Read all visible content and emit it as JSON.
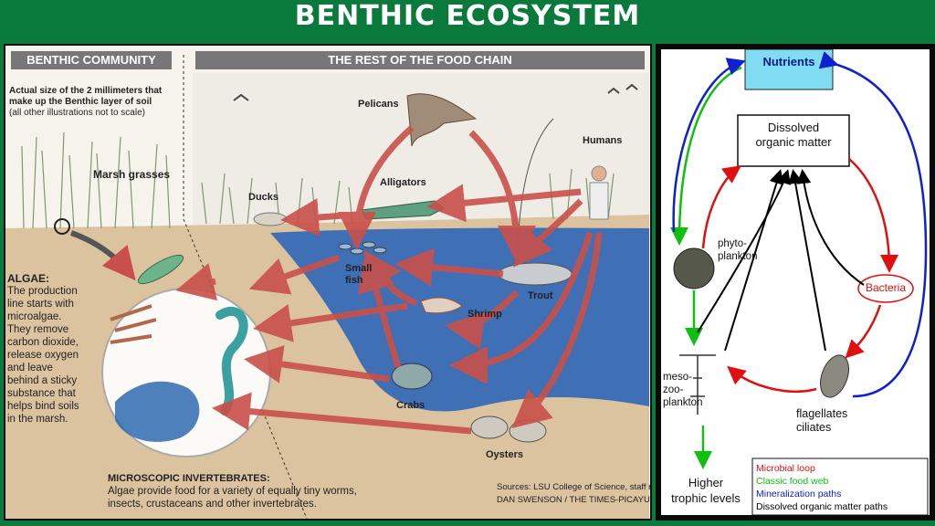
{
  "title": "BENTHIC ECOSYSTEM",
  "left": {
    "header_community": "BENTHIC COMMUNITY",
    "header_food_chain": "THE REST OF THE FOOD CHAIN",
    "actual_size_note": [
      "Actual size of the 2 millimeters that",
      "make up the Benthic layer of soil",
      "(all other illustrations not to scale)"
    ],
    "marsh_grasses": "Marsh grasses",
    "algae_label": "ALGAE:",
    "algae_text": [
      "The production",
      "line starts with",
      "microalgae.",
      "They remove",
      "carbon dioxide,",
      "release oxygen",
      "and leave",
      "behind a sticky",
      "substance that",
      "helps bind soils",
      "in the marsh."
    ],
    "invertebrates_label": "MICROSCOPIC INVERTEBRATES:",
    "invertebrates_text": [
      "Algae provide food for a variety of equally tiny worms,",
      "insects, crustaceans and other invertebrates."
    ],
    "animals": {
      "pelicans": "Pelicans",
      "humans": "Humans",
      "alligators": "Alligators",
      "ducks": "Ducks",
      "small_fish": "Small fish",
      "trout": "Trout",
      "shrimp": "Shrimp",
      "crabs": "Crabs",
      "oysters": "Oysters"
    },
    "sources": "Sources: LSU College of Science, staff research",
    "credit": "DAN SWENSON / THE TIMES-PICAYUNE"
  },
  "right": {
    "nutrients": "Nutrients",
    "dom": [
      "Dissolved",
      "organic matter"
    ],
    "phytoplankton": [
      "phyto-",
      "plankton"
    ],
    "bacteria": "Bacteria",
    "mesozooplankton": [
      "meso-",
      "zoo-",
      "plankton"
    ],
    "flagellates": [
      "flagellates",
      "ciliates"
    ],
    "higher": [
      "Higher",
      "trophic levels"
    ],
    "legend": [
      {
        "label": "Microbial loop",
        "color": "#e01010"
      },
      {
        "label": "Classic food web",
        "color": "#10c010"
      },
      {
        "label": "Mineralization paths",
        "color": "#1020d0"
      },
      {
        "label": "Dissolved organic matter paths",
        "color": "#000000"
      }
    ]
  },
  "colors": {
    "title_bg": "#0a7a3c",
    "arrow": "#c9504a",
    "water": "#3f6fb5",
    "sediment": "#d9bf9c"
  }
}
